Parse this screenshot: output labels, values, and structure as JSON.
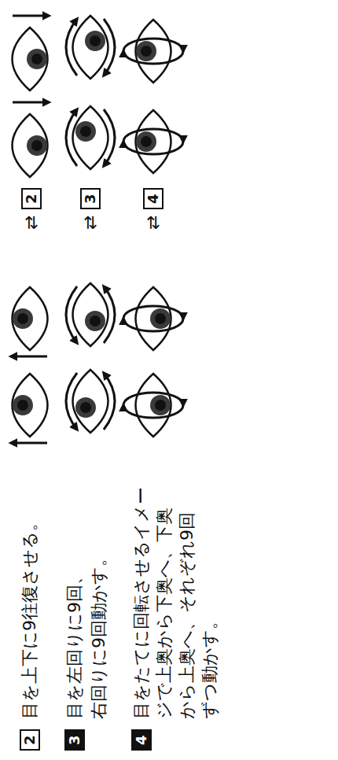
{
  "diagram": {
    "labels": [
      "2",
      "目を上下に9往復させる。",
      "⇄",
      "2",
      "3",
      "目を左回りに9回、",
      "右回りに9回動かす。",
      "⇄",
      "3",
      "4",
      "目をたてに回転させるイメー",
      "ジで上奥から下奥へ、下奥",
      "から上奥へ、それぞれ9回",
      "ずつ動かす。",
      "⇄",
      "4"
    ]
  }
}
